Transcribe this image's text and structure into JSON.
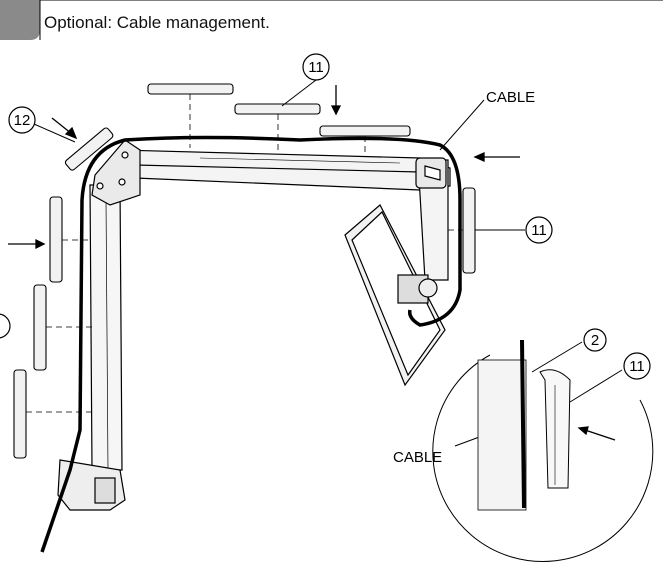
{
  "header": {
    "title": "Optional: Cable management."
  },
  "labels": {
    "cable_top": "CABLE",
    "cable_bottom": "CABLE"
  },
  "callouts": {
    "c11_top": "11",
    "c12": "12",
    "c11_right": "11",
    "c2_detail": "2",
    "c11_detail": "11"
  },
  "colors": {
    "line": "#000000",
    "header_tab": "#888888",
    "part_fill": "#f2f2f2"
  }
}
